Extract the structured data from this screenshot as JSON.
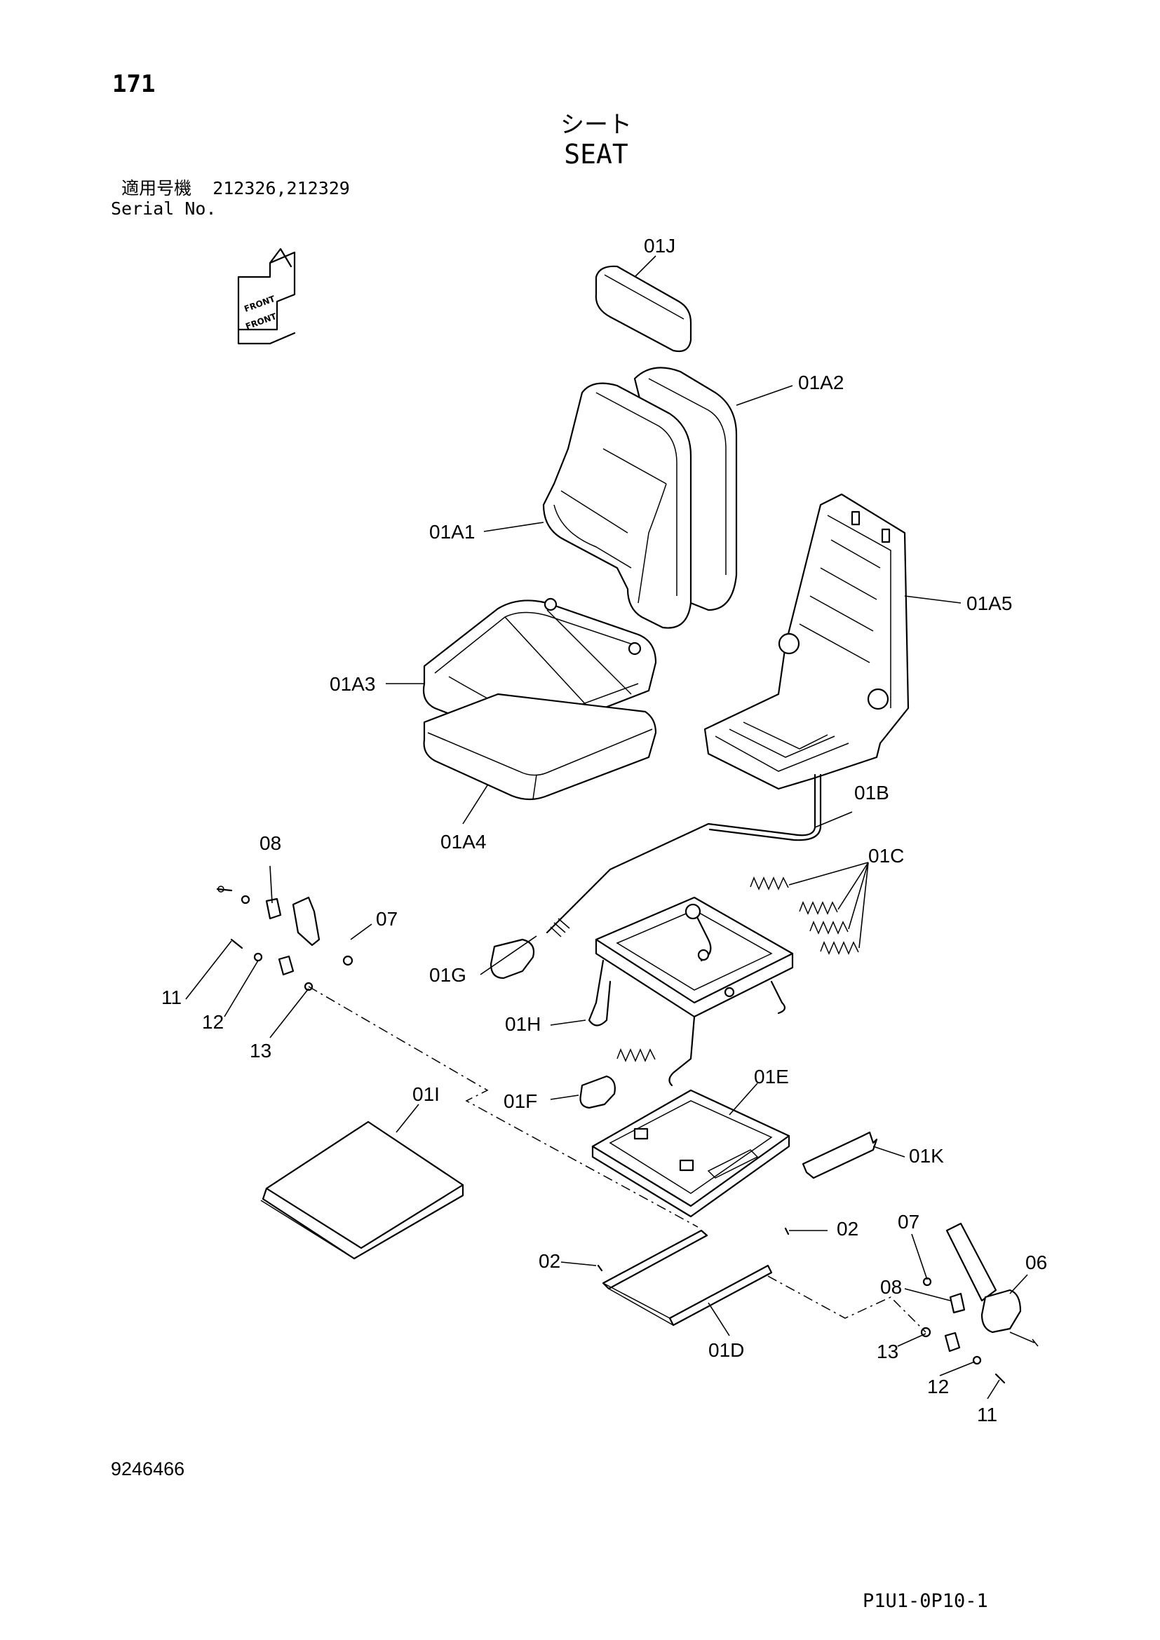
{
  "header": {
    "page_number": "171",
    "title_jp": "シート",
    "title_en": "SEAT",
    "serial_label_jp": "適用号機",
    "serial_label_en": "Serial No.",
    "serial_values": "212326,212329"
  },
  "orientation_icon": {
    "icon": "front-arrow-orientation-icon",
    "labels": [
      "FRONT",
      "FRONT"
    ]
  },
  "parts": {
    "p01J": "01J",
    "p01A2": "01A2",
    "p01A1": "01A1",
    "p01A5": "01A5",
    "p01A3": "01A3",
    "p01A4": "01A4",
    "p01B": "01B",
    "p01C": "01C",
    "p08a": "08",
    "p07a": "07",
    "p01G": "01G",
    "p11a": "11",
    "p12a": "12",
    "p13a": "13",
    "p01H": "01H",
    "p01I": "01I",
    "p01F": "01F",
    "p01E": "01E",
    "p01K": "01K",
    "p02a": "02",
    "p02b": "02",
    "p07b": "07",
    "p06": "06",
    "p08b": "08",
    "p01D": "01D",
    "p13b": "13",
    "p12b": "12",
    "p11b": "11"
  },
  "footer": {
    "illustration_number": "9246466",
    "page_code": "P1U1-0P10-1"
  }
}
